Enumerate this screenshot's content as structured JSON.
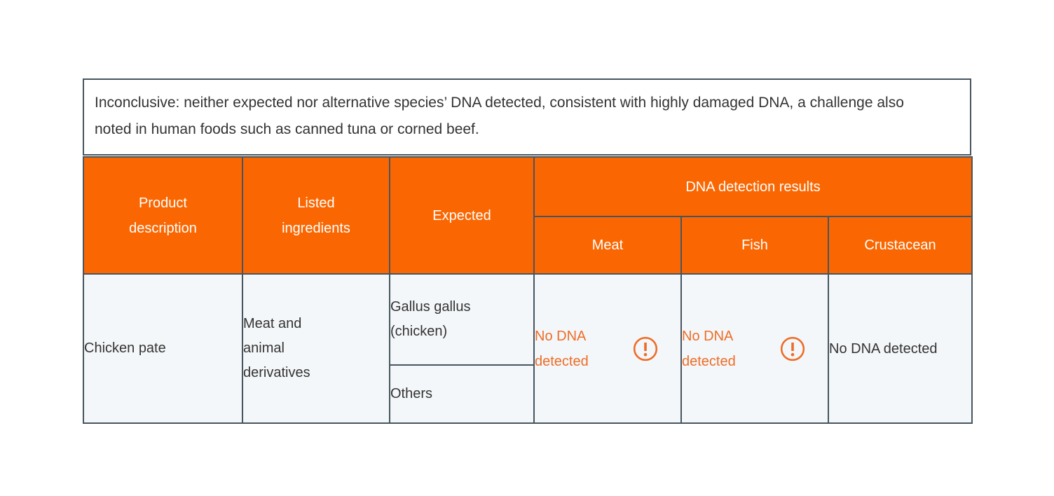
{
  "note": {
    "text": "Inconclusive: neither expected nor alternative species’ DNA detected, consistent with highly damaged DNA, a challenge also noted in human foods such as canned tuna or corned beef."
  },
  "table": {
    "headers": {
      "product": "Product description",
      "ingredients": "Listed ingredients",
      "expected": "Expected",
      "dna_group": "DNA detection results",
      "meat": "Meat",
      "fish": "Fish",
      "crustacean": "Crustacean"
    },
    "row": {
      "product": "Chicken pate",
      "ingredients": "Meat and animal derivatives",
      "expected_primary": "Gallus gallus (chicken)",
      "expected_secondary": "Others",
      "meat_result": "No DNA detected",
      "fish_result": "No DNA detected",
      "crustacean_result": "No DNA detected"
    },
    "icons": {
      "meat_warning": "exclamation-circle-icon",
      "fish_warning": "exclamation-circle-icon"
    }
  },
  "colors": {
    "header_orange": "#fa6702",
    "result_orange": "#ed6d28",
    "border": "#46555f",
    "cell_bg": "#f4f7f9",
    "text": "#333333",
    "header_text": "#ffffff"
  }
}
